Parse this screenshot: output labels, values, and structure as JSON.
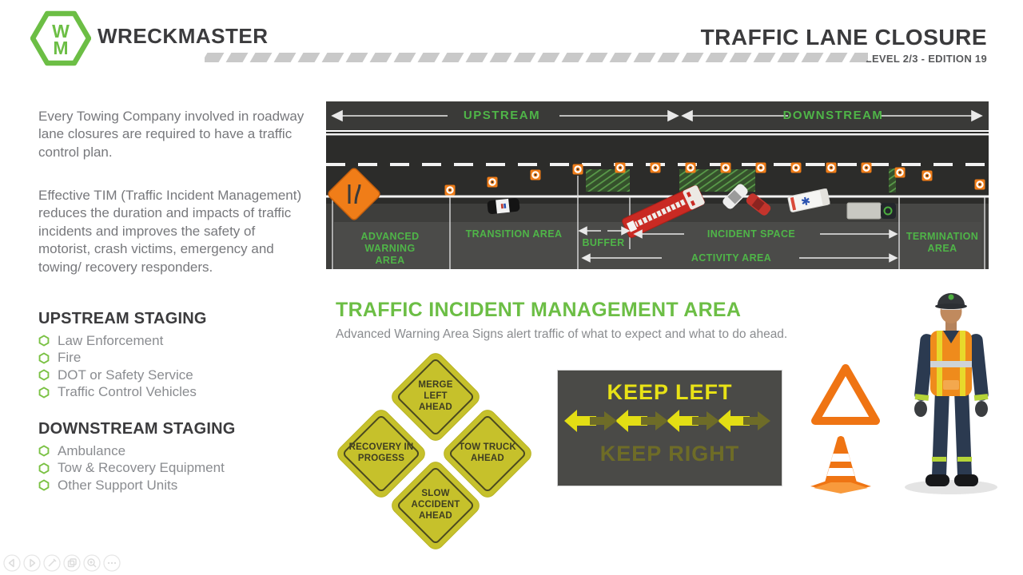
{
  "colors": {
    "brand_green": "#6cbe45",
    "diagram_green": "#4fb548",
    "sign_olive": "#c6c12b",
    "board_yellow": "#e8e216",
    "safety_orange": "#f07d18",
    "dark_text": "#3b3b3d",
    "gray_text": "#77787c"
  },
  "header": {
    "brand": "WRECKMASTER",
    "logo_top": "W",
    "logo_bottom": "M",
    "title": "TRAFFIC LANE CLOSURE",
    "subtitle": "LEVEL 2/3 - EDITION 19"
  },
  "intro": {
    "p1": "Every Towing Company involved in roadway lane closures are required to have a traffic control plan.",
    "p2": "Effective TIM (Traffic Incident Management) reduces the duration and impacts of traffic incidents and improves the safety of motorist, crash victims, emergency and towing/ recovery responders."
  },
  "upstream": {
    "heading": "UPSTREAM STAGING",
    "items": [
      "Law Enforcement",
      "Fire",
      "DOT or Safety Service",
      "Traffic Control Vehicles"
    ]
  },
  "downstream": {
    "heading": "DOWNSTREAM STAGING",
    "items": [
      "Ambulance",
      "Tow & Recovery Equipment",
      "Other Support Units"
    ]
  },
  "diagram": {
    "upstream_label": "UPSTREAM",
    "downstream_label": "DOWNSTREAM",
    "zone_advanced_warning": "ADVANCED\nWARNING\nAREA",
    "zone_transition": "TRANSITION AREA",
    "zone_buffer": "BUFFER",
    "zone_incident": "INCIDENT SPACE",
    "zone_activity": "ACTIVITY AREA",
    "zone_termination": "TERMINATION\nAREA"
  },
  "tim": {
    "heading": "TRAFFIC INCIDENT MANAGEMENT AREA",
    "subheading": "Advanced Warning Area Signs alert traffic of what to expect and what to do ahead.",
    "sign_top": "MERGE\nLEFT\nAHEAD",
    "sign_left": "RECOVERY IN\nPROGESS",
    "sign_right": "TOW TRUCK\nAHEAD",
    "sign_bottom": "SLOW\nACCIDENT\nAHEAD",
    "board_active": "KEEP LEFT",
    "board_inactive": "KEEP RIGHT"
  },
  "toolbar": {
    "icons": [
      "previous",
      "next",
      "edit",
      "copy",
      "zoom",
      "more"
    ]
  }
}
